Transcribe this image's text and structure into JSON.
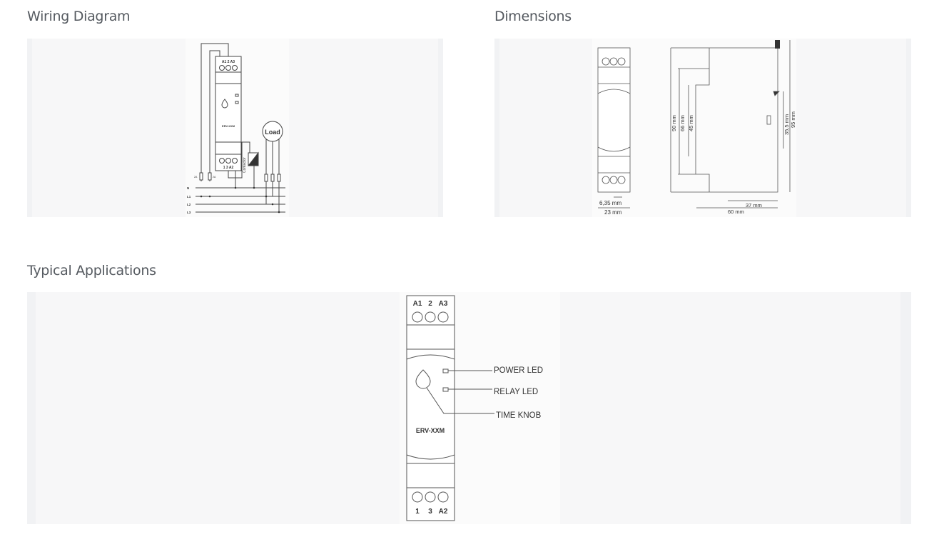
{
  "sections": {
    "wiring": {
      "title": "Wiring Diagram",
      "terminals_top": "A1 2 A3",
      "terminals_bottom": "1 3 A2",
      "model": "ERV-XXM",
      "load": "Load",
      "contactor": "Contactor",
      "fuse_left": "2A",
      "fuse_right": "2A",
      "lines": [
        "N",
        "L1",
        "L2",
        "L3"
      ]
    },
    "dimensions": {
      "title": "Dimensions",
      "labels": {
        "pitch": "6,35 mm",
        "width": "23 mm",
        "h90": "90 mm",
        "h66": "66 mm",
        "h45": "45 mm",
        "h35": "35,5 mm",
        "h95": "95 mm",
        "d37": "37 mm",
        "d60": "60 mm"
      }
    },
    "applications": {
      "title": "Typical Applications",
      "terminals_top": [
        "A1",
        "2",
        "A3"
      ],
      "terminals_bottom": [
        "1",
        "3",
        "A2"
      ],
      "model": "ERV-XXM",
      "callouts": [
        "POWER LED",
        "RELAY LED",
        "TIME KNOB"
      ]
    }
  }
}
